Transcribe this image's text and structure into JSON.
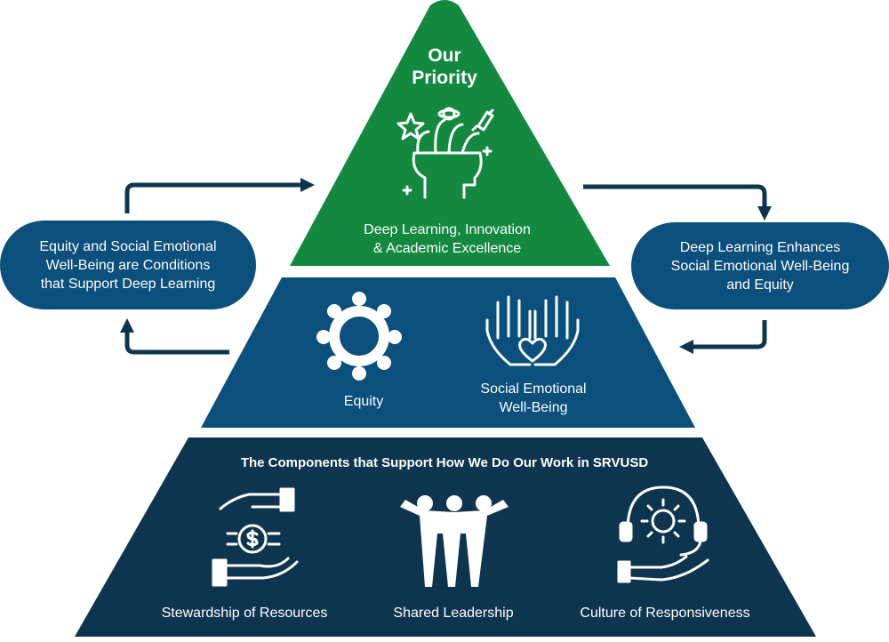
{
  "colors": {
    "top_green": "#13893f",
    "middle_blue": "#0b4f7c",
    "bottom_navy": "#0e3550",
    "arrow": "#0e3550"
  },
  "top": {
    "title_line1": "Our",
    "title_line2": "Priority",
    "icon": "brain-ideas-icon",
    "label_line1": "Deep Learning, Innovation",
    "label_line2": "& Academic Excellence"
  },
  "middle": {
    "equity_icon": "people-circle-icon",
    "equity_label": "Equity",
    "sewb_icon": "hands-heart-icon",
    "sewb_label_line1": "Social Emotional",
    "sewb_label_line2": "Well-Being"
  },
  "bottom": {
    "heading": "The Components that Support How We Do Our Work in SRVUSD",
    "items": [
      {
        "icon": "hands-coin-icon",
        "label": "Stewardship of Resources"
      },
      {
        "icon": "team-raised-arms-icon",
        "label": "Shared Leadership"
      },
      {
        "icon": "support-gear-hand-icon",
        "label": "Culture of Responsiveness"
      }
    ]
  },
  "left_pill": {
    "line1": "Equity and Social Emotional",
    "line2": "Well-Being are Conditions",
    "line3": "that Support Deep Learning"
  },
  "right_pill": {
    "line1": "Deep Learning Enhances",
    "line2": "Social Emotional Well-Being",
    "line3": "and Equity"
  }
}
